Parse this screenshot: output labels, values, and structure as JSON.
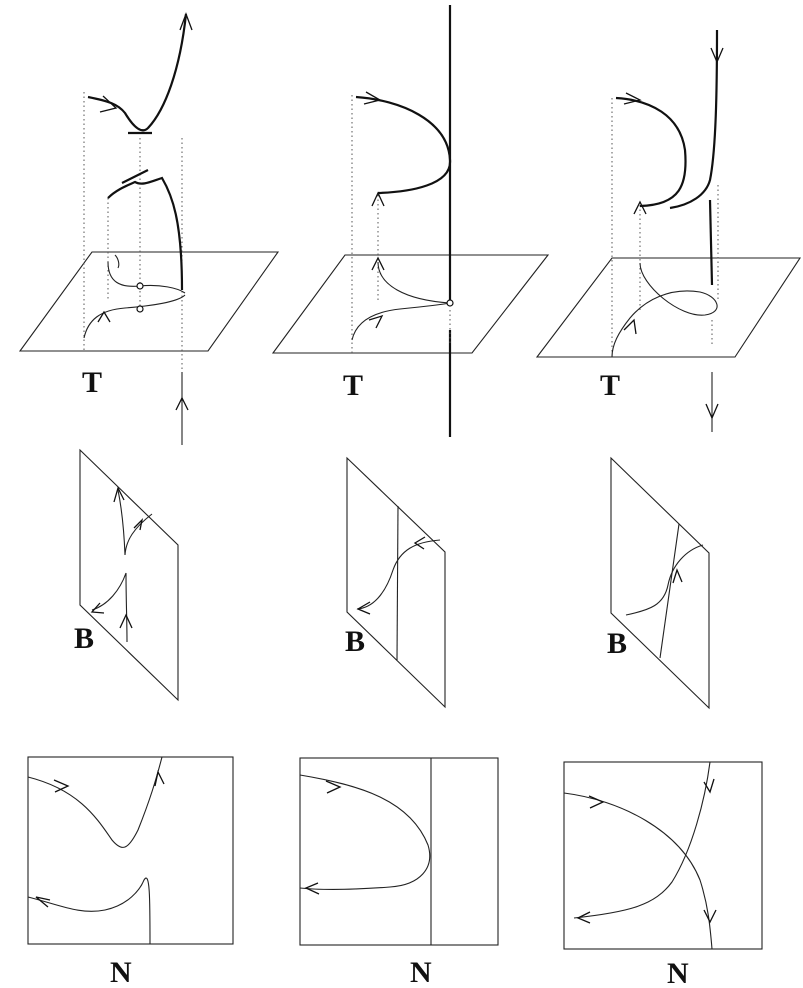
{
  "labels": {
    "col1": {
      "t": "T",
      "b": "B",
      "n": "N"
    },
    "col2": {
      "t": "T",
      "b": "B",
      "n": "N"
    },
    "col3": {
      "t": "T",
      "b": "B",
      "n": "N"
    }
  }
}
